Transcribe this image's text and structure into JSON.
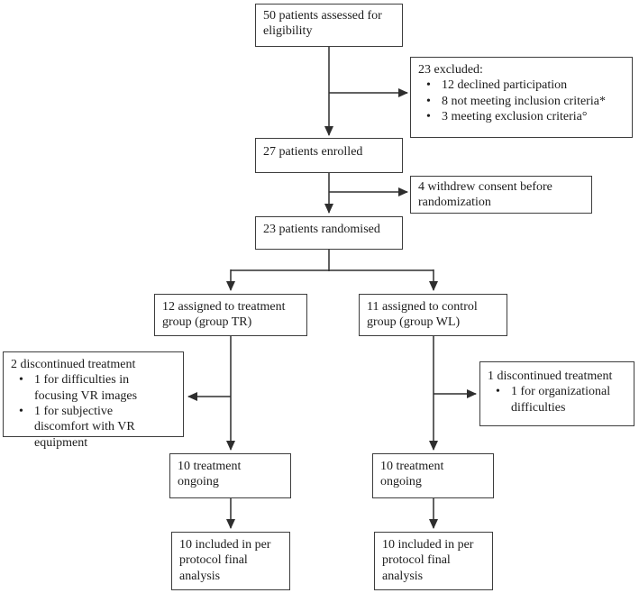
{
  "colors": {
    "box_border": "#3d3d3d",
    "text": "#1b1b1b",
    "connector": "#2e2e2e",
    "background": "#ffffff"
  },
  "boxes": {
    "assessed": {
      "text": "50 patients assessed for eligibility"
    },
    "excluded": {
      "title": "23 excluded:",
      "bullets": [
        "12 declined participation",
        "8 not meeting inclusion criteria*",
        "3 meeting exclusion criteria°"
      ]
    },
    "enrolled": {
      "text": "27 patients enrolled"
    },
    "withdrew": {
      "text": "4 withdrew consent before randomization"
    },
    "randomised": {
      "text": "23 patients randomised"
    },
    "treatment": {
      "text": "12 assigned to treatment group (group TR)"
    },
    "control": {
      "text": "11 assigned to control group (group WL)"
    },
    "discontinued_treatment": {
      "title": "2 discontinued treatment",
      "bullets": [
        "1 for difficulties in focusing VR images",
        "1 for subjective discomfort with VR equipment"
      ]
    },
    "discontinued_control": {
      "title": "1 discontinued treatment",
      "bullets": [
        "1 for organizational difficulties"
      ]
    },
    "ongoing_treatment": {
      "text": "10 treatment ongoing"
    },
    "ongoing_control": {
      "text": "10 treatment ongoing"
    },
    "final_treatment": {
      "text": "10 included in per protocol final analysis"
    },
    "final_control": {
      "text": "10 included in per protocol final analysis"
    }
  }
}
